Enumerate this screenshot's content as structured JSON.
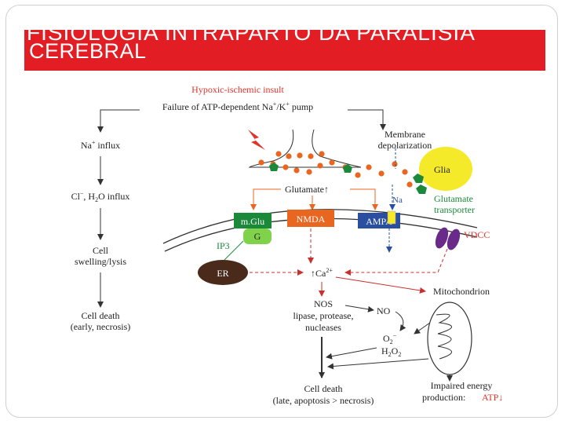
{
  "slide": {
    "title_line1": "FISIOLOGIA INTRAPARTO DA PARALISIA",
    "title_line2": "CEREBRAL",
    "accent_color": "#e21e24"
  },
  "diagram": {
    "insult": "Hypoxic-ischemic insult",
    "pump_prefix": "Failure of ATP-dependent Na",
    "pump_mid": "/K",
    "pump_suffix": " pump",
    "plus": "+",
    "na_influx": " influx",
    "na": "Na",
    "cl_water_prefix": "Cl",
    "minus": "−",
    "cl_water_mid": ", H",
    "two": "2",
    "cl_water_suffix": "O influx",
    "swelling_1": "Cell",
    "swelling_2": "swelling/lysis",
    "death_early_1": "Cell death",
    "death_early_2": "(early, necrosis)",
    "membrane_1": "Membrane",
    "membrane_2": "depolarization",
    "glia": "Glia",
    "transporter_1": "Glutamate",
    "transporter_2": "transporter",
    "glutamate": "Glutamate",
    "up_arrow": "↑",
    "mglu": "m.Glu",
    "g_protein": "G",
    "nmda": "NMDA",
    "ampa": "AMPA",
    "na_channel": "Na",
    "vdcc": "VDCC",
    "ip3": "IP3",
    "er": "ER",
    "ca": "Ca",
    "two_plus": "2+",
    "mito": "Mitochondrion",
    "nos_1": "NOS",
    "nos_2": "lipase, protease,",
    "nos_3": "nucleases",
    "no": "NO",
    "o2_prefix": "O",
    "o2_sup": "−",
    "h2o2_prefix": "H",
    "h2o2_mid": "O",
    "impaired_1": "Impaired energy",
    "impaired_2": "production:",
    "atp": "ATP",
    "down_arrow": "↓",
    "death_late_1": "Cell death",
    "death_late_2": "(late, apoptosis > necrosis)",
    "colors": {
      "red": "#e0342a",
      "orange": "#e8661f",
      "green": "#1a8a3a",
      "blue": "#2a4fa0",
      "yellow": "#f5ea2a",
      "purple": "#6a2a8a",
      "er_brown": "#4a2a1a"
    }
  }
}
